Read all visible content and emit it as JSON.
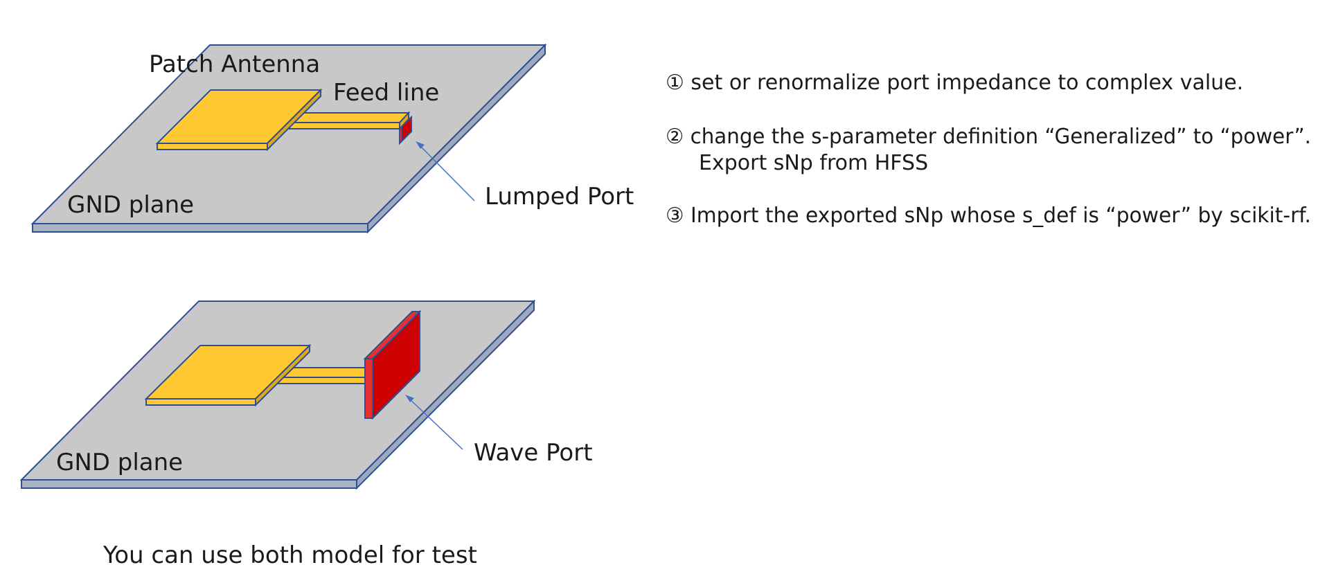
{
  "top_model": {
    "patch_label": "Patch Antenna",
    "feed_label": "Feed line",
    "gnd_label": "GND plane",
    "port_label": "Lumped Port"
  },
  "bottom_model": {
    "gnd_label": "GND plane",
    "port_label": "Wave Port"
  },
  "notes": {
    "step1": "① set or renormalize port impedance to complex value.",
    "step2_line1": "② change the s-parameter definition “Generalized” to “power”.",
    "step2_line2": "Export sNp from HFSS",
    "step3": "③ Import the exported sNp whose s_def is “power” by scikit-rf."
  },
  "footer": "You can use both model for test",
  "colors": {
    "gnd_fill": "#c8c8c8",
    "gnd_side": "#a9b3c6",
    "outline": "#2f4f8f",
    "patch": "#ffc933",
    "patch_side": "#e0a820",
    "port": "#cc0000",
    "port_edge": "#e83030",
    "arrow": "#4472c4"
  }
}
